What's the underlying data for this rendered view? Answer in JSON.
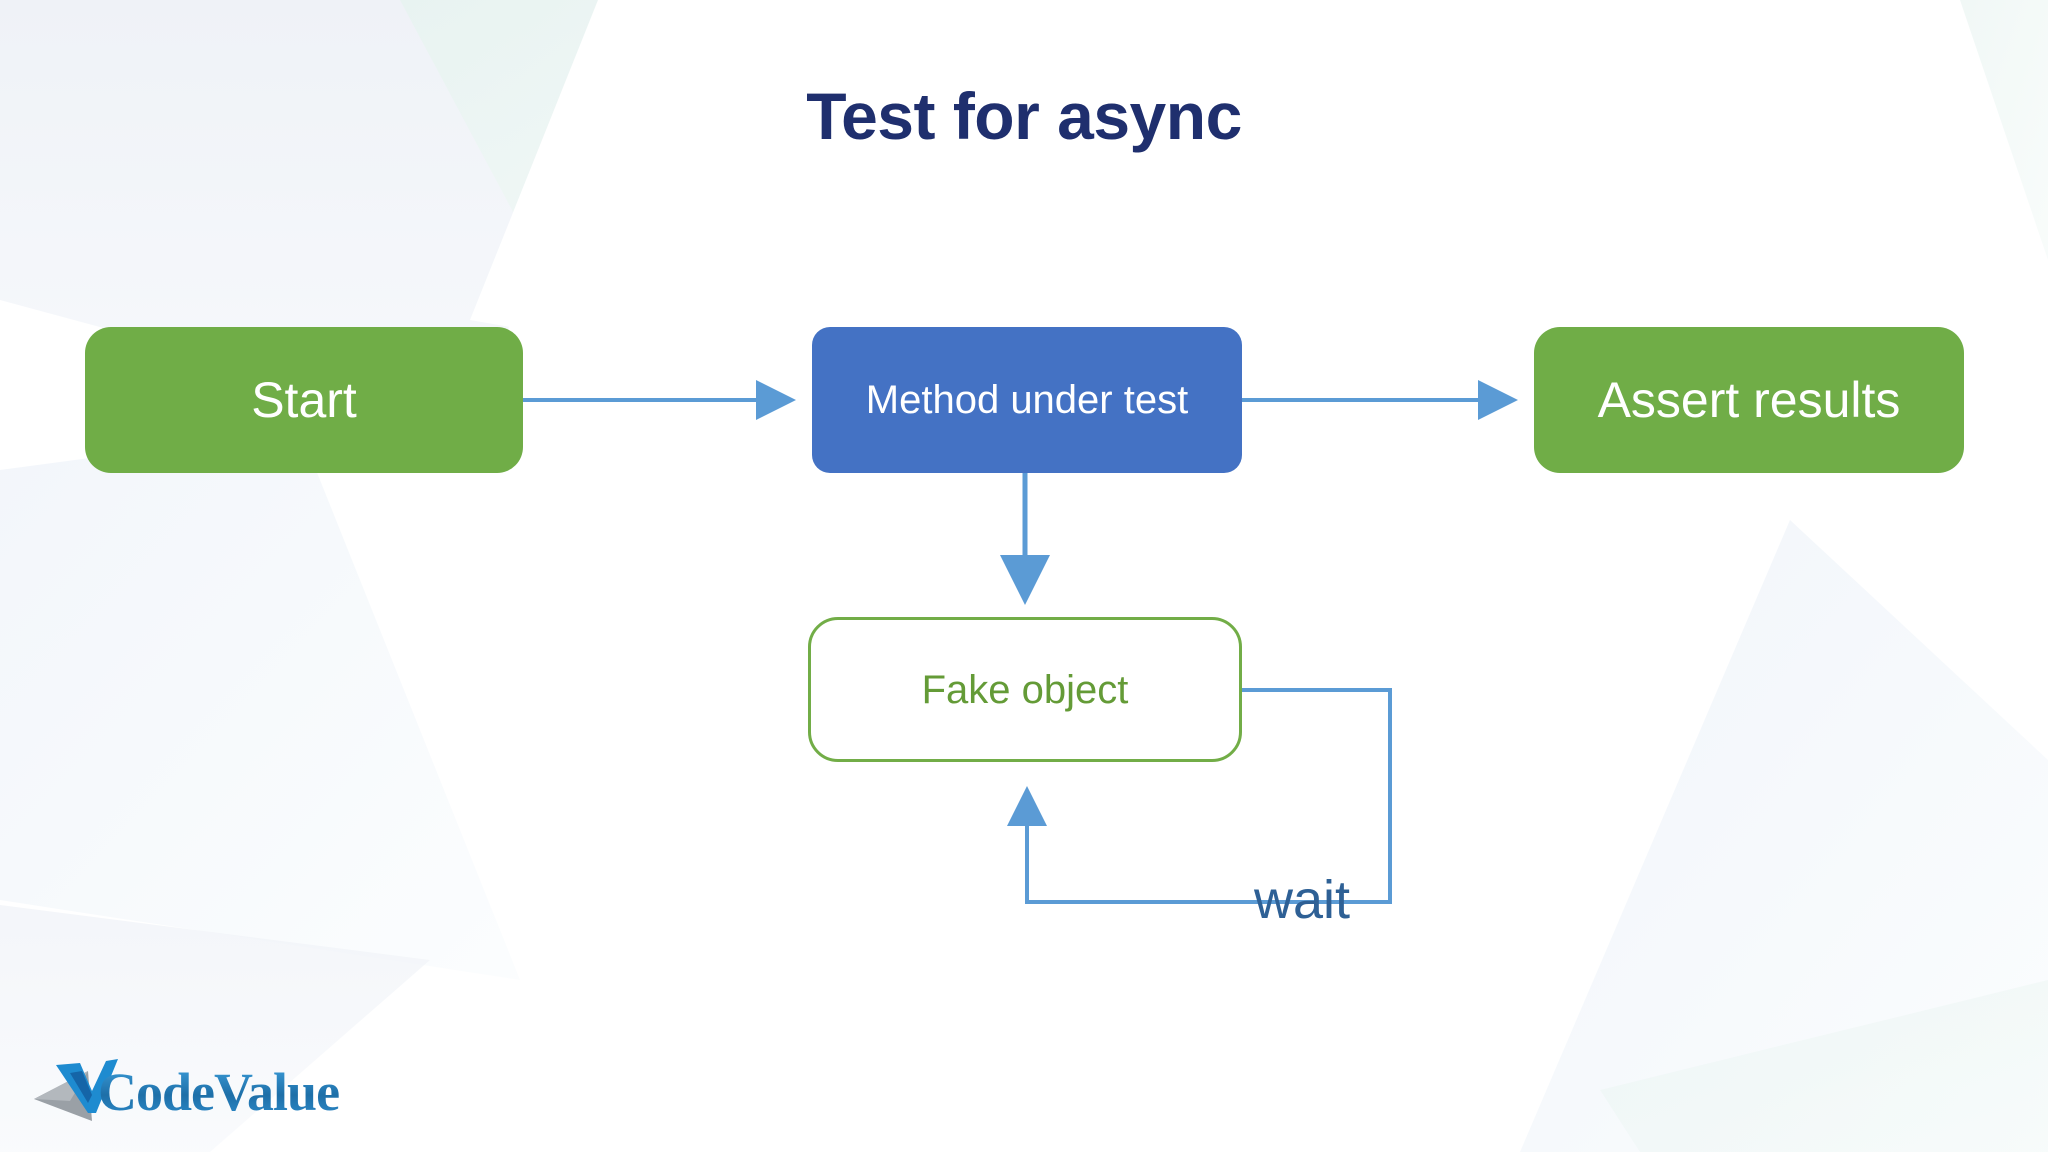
{
  "slide": {
    "title": "Test for async",
    "title_color": "#1F2F6E",
    "background_color": "#FFFFFF"
  },
  "diagram": {
    "type": "flowchart",
    "nodes": [
      {
        "id": "start",
        "label": "Start",
        "style": "filled-green",
        "fill": "#70AD47",
        "text_color": "#FFFFFF"
      },
      {
        "id": "method",
        "label": "Method under test",
        "style": "filled-blue",
        "fill": "#4472C4",
        "text_color": "#FFFFFF"
      },
      {
        "id": "assert",
        "label": "Assert results",
        "style": "filled-green",
        "fill": "#70AD47",
        "text_color": "#FFFFFF"
      },
      {
        "id": "fake",
        "label": "Fake object",
        "style": "outline-green",
        "fill": "#FFFFFF",
        "border": "#72AD47",
        "text_color": "#649B37"
      }
    ],
    "edges": [
      {
        "id": "start-to-method",
        "from": "start",
        "to": "method",
        "label": "",
        "color": "#5B9BD5"
      },
      {
        "id": "method-to-assert",
        "from": "method",
        "to": "assert",
        "label": "",
        "color": "#5B9BD5"
      },
      {
        "id": "method-to-fake",
        "from": "method",
        "to": "fake",
        "label": "",
        "color": "#5B9BD5"
      },
      {
        "id": "fake-loop-back",
        "from": "fake",
        "to": "fake",
        "label": "wait",
        "color": "#5B9BD5"
      }
    ],
    "edge_labels": [
      {
        "id": "wait",
        "text": "wait",
        "color": "#2E6095"
      }
    ]
  },
  "logo": {
    "wordmark": "CodeValue",
    "mark_colors": {
      "check": "#1E8BD0",
      "arrow": "#9AA0A6"
    }
  }
}
